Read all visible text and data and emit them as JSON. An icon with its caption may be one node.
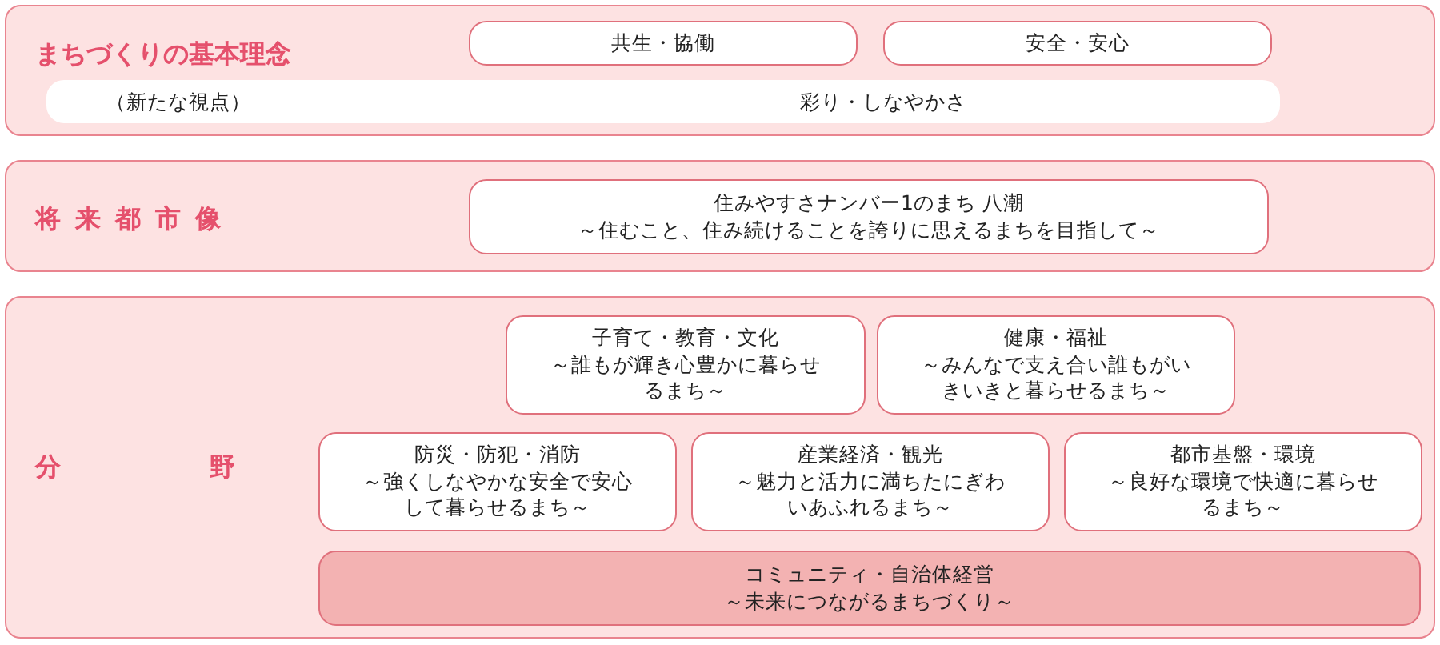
{
  "diagram": {
    "nodes": [
      {
        "text": [
          "まちづくりの基本理念"
        ]
      },
      {
        "text": [
          "共生・協働"
        ],
        "in": 0
      },
      {
        "text": [
          "安全・安心"
        ],
        "in": 0
      },
      {
        "text": [
          "（新たな視点）",
          "彩り・しなやかさ"
        ],
        "in": 0
      },
      {
        "text": [
          "将来都市像"
        ]
      },
      {
        "text": [
          "住みやすさナンバー1のまち 八潮",
          "～住むこと、住み続けることを誇りに思えるまちを目指して～"
        ],
        "in": 4
      },
      {
        "text": [
          "分野"
        ]
      },
      {
        "text": [
          "子育て・教育・文化",
          "～誰もが輝き心豊かに暮らせるまち～"
        ],
        "in": 6
      },
      {
        "text": [
          "健康・福祉",
          "～みんなで支え合い誰もがいきいきと暮らせるまち～"
        ],
        "in": 6
      },
      {
        "text": [
          "防災・防犯・消防",
          "～強くしなやかな安全で安心して暮らせるまち～"
        ],
        "in": 6
      },
      {
        "text": [
          "産業経済・観光",
          "～魅力と活力に満ちたにぎわいあふれるまち～"
        ],
        "in": 6
      },
      {
        "text": [
          "都市基盤・環境",
          "～良好な環境で快適に暮らせるまち～"
        ],
        "in": 6
      },
      {
        "text": [
          "コミュニティ・自治体経営",
          "～未来につながるまちづくり～"
        ],
        "in": 6
      }
    ]
  }
}
